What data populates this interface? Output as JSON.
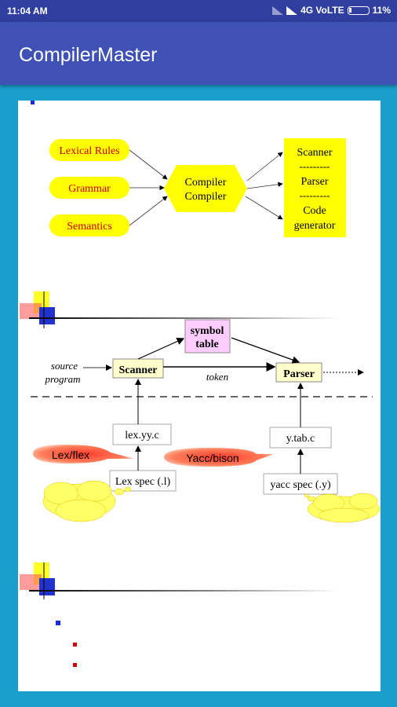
{
  "status_bar": {
    "time": "11:04 AM",
    "network": "4G VoLTE",
    "battery": "11%"
  },
  "app_bar": {
    "title": "CompilerMaster"
  },
  "diagram1": {
    "inputs": [
      "Lexical Rules",
      "Grammar",
      "Semantics"
    ],
    "center": [
      "Compiler",
      "Compiler"
    ],
    "outputs": [
      "Scanner",
      "---------",
      "Parser",
      "---------",
      "Code",
      "generator"
    ]
  },
  "diagram2": {
    "symbol_table": [
      "symbol",
      "table"
    ],
    "scanner": "Scanner",
    "parser": "Parser",
    "source_program": [
      "source",
      "program"
    ],
    "token": "token",
    "lex_yy_c": "lex.yy.c",
    "lex_spec": "Lex spec (.l)",
    "lex_tool": "Lex/flex",
    "y_tab_c": "y.tab.c",
    "yacc_spec": "yacc spec (.y)",
    "yacc_tool": "Yacc/bison"
  },
  "colors": {
    "status_bar": "#303f9f",
    "app_bar": "#3f51b5",
    "background": "#1a9fcc",
    "yellow": "#ffff00",
    "red_text": "#cc0000"
  }
}
